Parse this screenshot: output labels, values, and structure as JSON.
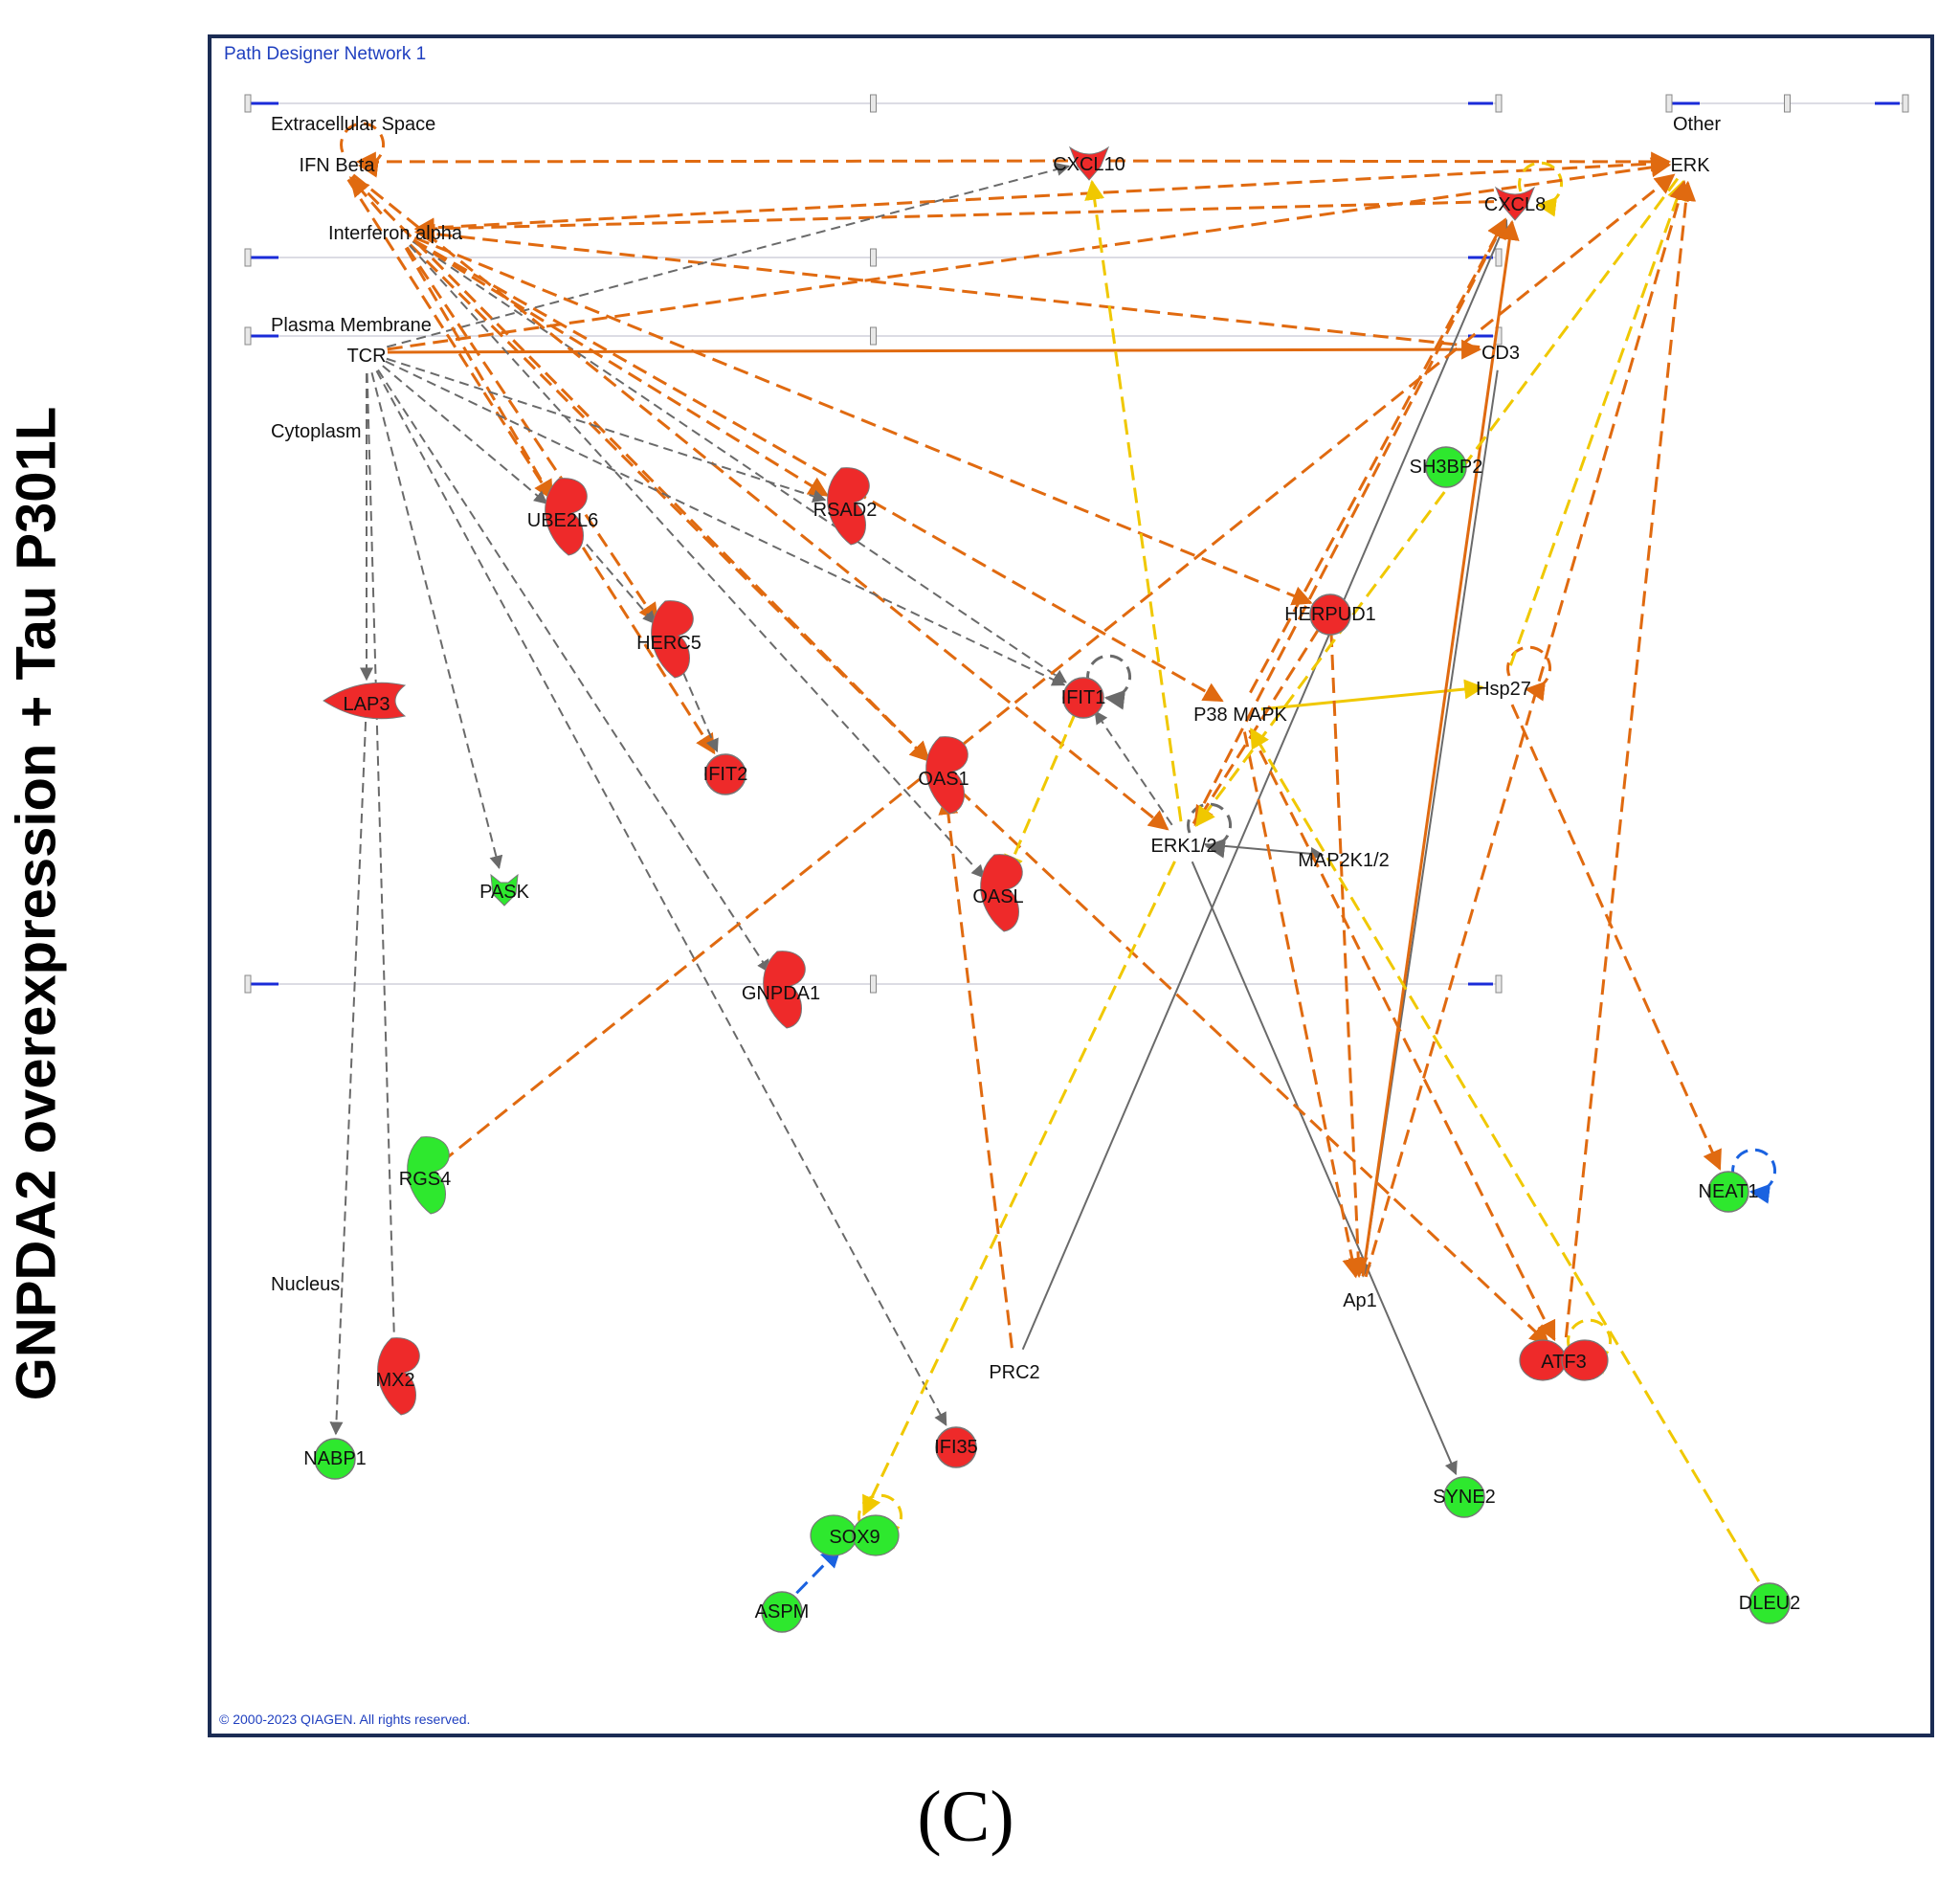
{
  "side_title": "GNPDA2 overexpression  + Tau P301L",
  "panel_caption": "(C)",
  "network_title": "Path Designer Network 1",
  "copyright": "© 2000-2023 QIAGEN. All rights reserved.",
  "regions": {
    "extracellular": "Extracellular Space",
    "plasma_membrane": "Plasma Membrane",
    "cytoplasm": "Cytoplasm",
    "nucleus": "Nucleus",
    "other": "Other"
  },
  "colors": {
    "upregulated": "#ee2a2a",
    "downregulated": "#2ee82e",
    "activation_edge": "#e06a10",
    "inhibition_edge": "#f0c800",
    "unknown_edge": "#6a6a6a",
    "blue_edge": "#1a62e0",
    "frame": "#1b2c54"
  },
  "nodes": [
    {
      "id": "ifnb",
      "label": "IFN Beta",
      "shape": "none",
      "status": "none"
    },
    {
      "id": "ifna",
      "label": "Interferon alpha",
      "shape": "none",
      "status": "none"
    },
    {
      "id": "cxcl10",
      "label": "CXCL10",
      "shape": "cytokine",
      "status": "up"
    },
    {
      "id": "erk",
      "label": "ERK",
      "shape": "none",
      "status": "none"
    },
    {
      "id": "cxcl8",
      "label": "CXCL8",
      "shape": "cytokine",
      "status": "up"
    },
    {
      "id": "tcr",
      "label": "TCR",
      "shape": "none",
      "status": "none"
    },
    {
      "id": "cd3",
      "label": "CD3",
      "shape": "none",
      "status": "none"
    },
    {
      "id": "sh3bp2",
      "label": "SH3BP2",
      "shape": "circle",
      "status": "down"
    },
    {
      "id": "ube2l6",
      "label": "UBE2L6",
      "shape": "enzyme",
      "status": "up"
    },
    {
      "id": "rsad2",
      "label": "RSAD2",
      "shape": "enzyme",
      "status": "up"
    },
    {
      "id": "herc5",
      "label": "HERC5",
      "shape": "enzyme",
      "status": "up"
    },
    {
      "id": "herpud1",
      "label": "HERPUD1",
      "shape": "circle",
      "status": "up"
    },
    {
      "id": "lap3",
      "label": "LAP3",
      "shape": "peptidase",
      "status": "up"
    },
    {
      "id": "ifit1",
      "label": "IFIT1",
      "shape": "circle",
      "status": "up"
    },
    {
      "id": "p38",
      "label": "P38 MAPK",
      "shape": "none",
      "status": "none"
    },
    {
      "id": "hsp27",
      "label": "Hsp27",
      "shape": "none",
      "status": "none"
    },
    {
      "id": "ifit2",
      "label": "IFIT2",
      "shape": "circle",
      "status": "up"
    },
    {
      "id": "oas1",
      "label": "OAS1",
      "shape": "enzyme",
      "status": "up"
    },
    {
      "id": "erk12",
      "label": "ERK1/2",
      "shape": "none",
      "status": "none"
    },
    {
      "id": "map2k12",
      "label": "MAP2K1/2",
      "shape": "none",
      "status": "none"
    },
    {
      "id": "pask",
      "label": "PASK",
      "shape": "kinase",
      "status": "down"
    },
    {
      "id": "oasl",
      "label": "OASL",
      "shape": "enzyme",
      "status": "up"
    },
    {
      "id": "gnpda1",
      "label": "GNPDA1",
      "shape": "enzyme",
      "status": "up"
    },
    {
      "id": "rgs4",
      "label": "RGS4",
      "shape": "enzyme",
      "status": "down"
    },
    {
      "id": "neat1",
      "label": "NEAT1",
      "shape": "circle",
      "status": "down"
    },
    {
      "id": "ap1",
      "label": "Ap1",
      "shape": "none",
      "status": "none"
    },
    {
      "id": "mx2",
      "label": "MX2",
      "shape": "enzyme",
      "status": "up"
    },
    {
      "id": "prc2",
      "label": "PRC2",
      "shape": "none",
      "status": "none"
    },
    {
      "id": "atf3",
      "label": "ATF3",
      "shape": "tf",
      "status": "up"
    },
    {
      "id": "nabp1",
      "label": "NABP1",
      "shape": "circle",
      "status": "down"
    },
    {
      "id": "ifi35",
      "label": "IFI35",
      "shape": "circle",
      "status": "up"
    },
    {
      "id": "syne2",
      "label": "SYNE2",
      "shape": "circle",
      "status": "down"
    },
    {
      "id": "sox9",
      "label": "SOX9",
      "shape": "tf",
      "status": "down"
    },
    {
      "id": "aspm",
      "label": "ASPM",
      "shape": "circle",
      "status": "down"
    },
    {
      "id": "dleu2",
      "label": "DLEU2",
      "shape": "circle",
      "status": "down"
    }
  ],
  "edges": [
    {
      "from": "ifna",
      "to": "ifnb",
      "type": "activation"
    },
    {
      "from": "ifnb",
      "to": "ifnb",
      "type": "activation",
      "self": true
    },
    {
      "from": "cxcl10",
      "to": "ifnb",
      "type": "activation"
    },
    {
      "from": "erk",
      "to": "ifna",
      "type": "activation"
    },
    {
      "from": "cxcl8",
      "to": "ifna",
      "type": "activation"
    },
    {
      "from": "cd3",
      "to": "ifna",
      "type": "activation"
    },
    {
      "from": "cxcl10",
      "to": "erk",
      "type": "activation"
    },
    {
      "from": "cxcl8",
      "to": "cxcl8",
      "type": "inhibition",
      "self": true
    },
    {
      "from": "tcr",
      "to": "cxcl10",
      "type": "unknown"
    },
    {
      "from": "tcr",
      "to": "cd3",
      "type": "activation",
      "solid": true
    },
    {
      "from": "tcr",
      "to": "erk",
      "type": "activation"
    },
    {
      "from": "ifna",
      "to": "ube2l6",
      "type": "activation"
    },
    {
      "from": "ifna",
      "to": "rsad2",
      "type": "activation"
    },
    {
      "from": "ifna",
      "to": "herc5",
      "type": "activation"
    },
    {
      "from": "ifna",
      "to": "oas1",
      "type": "activation"
    },
    {
      "from": "ifna",
      "to": "herpud1",
      "type": "activation"
    },
    {
      "from": "ifna",
      "to": "ifit1",
      "type": "unknown"
    },
    {
      "from": "ifna",
      "to": "p38",
      "type": "activation"
    },
    {
      "from": "ifna",
      "to": "oasl",
      "type": "unknown"
    },
    {
      "from": "ifnb",
      "to": "ifit2",
      "type": "activation"
    },
    {
      "from": "ifnb",
      "to": "oas1",
      "type": "activation"
    },
    {
      "from": "ifnb",
      "to": "erk12",
      "type": "activation"
    },
    {
      "from": "tcr",
      "to": "lap3",
      "type": "unknown"
    },
    {
      "from": "tcr",
      "to": "pask",
      "type": "unknown"
    },
    {
      "from": "tcr",
      "to": "gnpda1",
      "type": "unknown"
    },
    {
      "from": "tcr",
      "to": "mx2",
      "type": "unknown"
    },
    {
      "from": "tcr",
      "to": "ifi35",
      "type": "unknown"
    },
    {
      "from": "tcr",
      "to": "ube2l6",
      "type": "unknown"
    },
    {
      "from": "tcr",
      "to": "rsad2",
      "type": "unknown"
    },
    {
      "from": "tcr",
      "to": "ifit1",
      "type": "unknown"
    },
    {
      "from": "ube2l6",
      "to": "herc5",
      "type": "unknown"
    },
    {
      "from": "herc5",
      "to": "ifit2",
      "type": "unknown"
    },
    {
      "from": "lap3",
      "to": "nabp1",
      "type": "unknown"
    },
    {
      "from": "erk12",
      "to": "ifit1",
      "type": "unknown"
    },
    {
      "from": "ifit1",
      "to": "ifit1",
      "type": "unknown",
      "self": true
    },
    {
      "from": "erk12",
      "to": "erk12",
      "type": "unknown",
      "self": true
    },
    {
      "from": "erk12",
      "to": "map2k12",
      "type": "unknown",
      "solid": true
    },
    {
      "from": "erk12",
      "to": "syne2",
      "type": "unknown",
      "solid": true
    },
    {
      "from": "prc2",
      "to": "cxcl8",
      "type": "unknown",
      "solid": true
    },
    {
      "from": "cd3",
      "to": "ap1",
      "type": "unknown",
      "solid": true
    },
    {
      "from": "p38",
      "to": "hsp27",
      "type": "inhibition",
      "solid": true
    },
    {
      "from": "hsp27",
      "to": "hsp27",
      "type": "activation",
      "self": true
    },
    {
      "from": "hsp27",
      "to": "erk",
      "type": "inhibition"
    },
    {
      "from": "hsp27",
      "to": "neat1",
      "type": "activation"
    },
    {
      "from": "herpud1",
      "to": "ap1",
      "type": "activation"
    },
    {
      "from": "herpud1",
      "to": "erk12",
      "type": "activation"
    },
    {
      "from": "p38",
      "to": "ap1",
      "type": "activation"
    },
    {
      "from": "p38",
      "to": "atf3",
      "type": "activation"
    },
    {
      "from": "erk12",
      "to": "cxcl8",
      "type": "activation"
    },
    {
      "from": "p38",
      "to": "cxcl8",
      "type": "activation"
    },
    {
      "from": "ap1",
      "to": "cxcl8",
      "type": "activation",
      "solid": true
    },
    {
      "from": "ap1",
      "to": "erk",
      "type": "activation"
    },
    {
      "from": "atf3",
      "to": "erk",
      "type": "activation"
    },
    {
      "from": "atf3",
      "to": "atf3",
      "type": "inhibition",
      "self": true
    },
    {
      "from": "oas1",
      "to": "atf3",
      "type": "activation"
    },
    {
      "from": "rgs4",
      "to": "erk",
      "type": "activation"
    },
    {
      "from": "prc2",
      "to": "oas1",
      "type": "activation"
    },
    {
      "from": "ifit1",
      "to": "oasl",
      "type": "inhibition"
    },
    {
      "from": "erk12",
      "to": "sox9",
      "type": "inhibition"
    },
    {
      "from": "sox9",
      "to": "sox9",
      "type": "inhibition",
      "self": true
    },
    {
      "from": "dleu2",
      "to": "p38",
      "type": "inhibition"
    },
    {
      "from": "erk12",
      "to": "cxcl10",
      "type": "inhibition"
    },
    {
      "from": "erk",
      "to": "erk12",
      "type": "inhibition"
    },
    {
      "from": "aspm",
      "to": "sox9",
      "type": "blue"
    },
    {
      "from": "neat1",
      "to": "neat1",
      "type": "blue",
      "self": true
    }
  ]
}
